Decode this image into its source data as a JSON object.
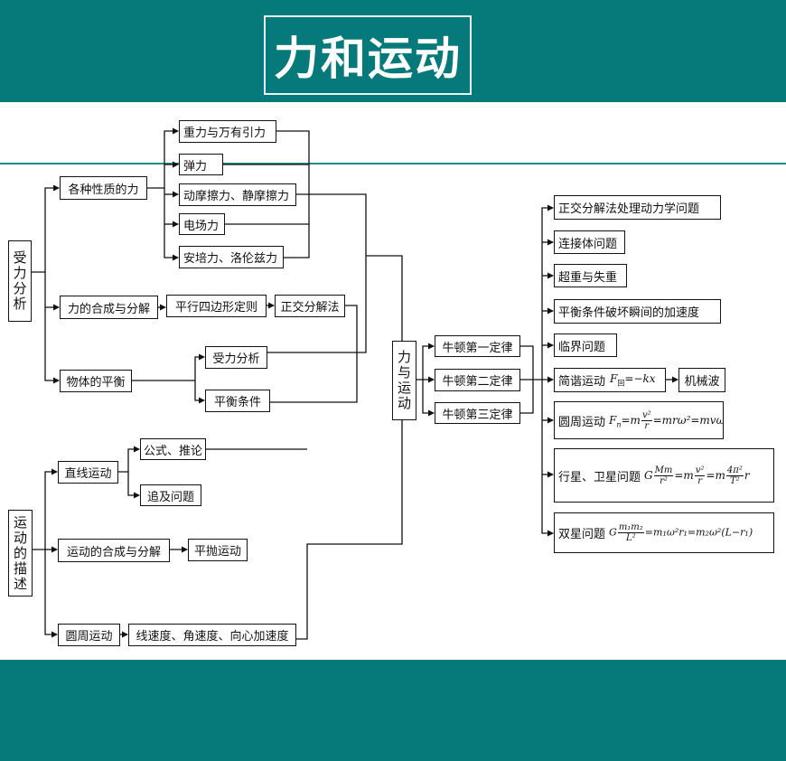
{
  "header": {
    "title": "力和运动"
  },
  "root": "力与运动",
  "force": {
    "label": "受力分析",
    "kinds": "各种性质的力",
    "kinds_items": [
      "重力与万有引力",
      "弹力",
      "动摩擦力、静摩擦力",
      "电场力",
      "安培力、洛伦兹力"
    ],
    "composition": "力的合成与分解",
    "parallelogram": "平行四边形定则",
    "orthogonal": "正交分解法",
    "balance": "物体的平衡",
    "balance_items": [
      "受力分析",
      "平衡条件"
    ]
  },
  "motion": {
    "label": "运动的描述",
    "linear": "直线运动",
    "linear_items": [
      "公式、推论",
      "追及问题"
    ],
    "composition": "运动的合成与分解",
    "projectile": "平抛运动",
    "circular": "圆周运动",
    "circular_quantities": "线速度、角速度、向心加速度"
  },
  "newton": [
    "牛顿第一定律",
    "牛顿第二定律",
    "牛顿第三定律"
  ],
  "applications": {
    "orthogonal_dynamics": "正交分解法处理动力学问题",
    "connected": "连接体问题",
    "overweight": "超重与失重",
    "equilibrium_break": "平衡条件破坏瞬间的加速度",
    "critical": "临界问题",
    "shm_label": "简谐运动",
    "shm_formula": {
      "lhs": "F",
      "sub": "回",
      "rhs": "=−kx"
    },
    "wave": "机械波",
    "circular_label": "圆周运动",
    "circular_formula": {
      "lhs": "F",
      "sub": "n",
      "eq": "=m",
      "num": "v²",
      "den": "r",
      "tail": "=mrω²=mvω"
    },
    "planet_label": "行星、卫星问题",
    "planet_formula": {
      "g": "G",
      "num1": "Mm",
      "den1": "r²",
      "eq1": "=m",
      "num2": "v²",
      "den2": "r",
      "eq2": "=m",
      "num3": "4π²",
      "den3": "T²",
      "tail": "r"
    },
    "binary_label": "双星问题",
    "binary_formula": {
      "g": "G",
      "num": "m₁m₂",
      "den": "L²",
      "tail": "=m₁ω²r₁=m₂ω²(L−r₁)"
    }
  }
}
